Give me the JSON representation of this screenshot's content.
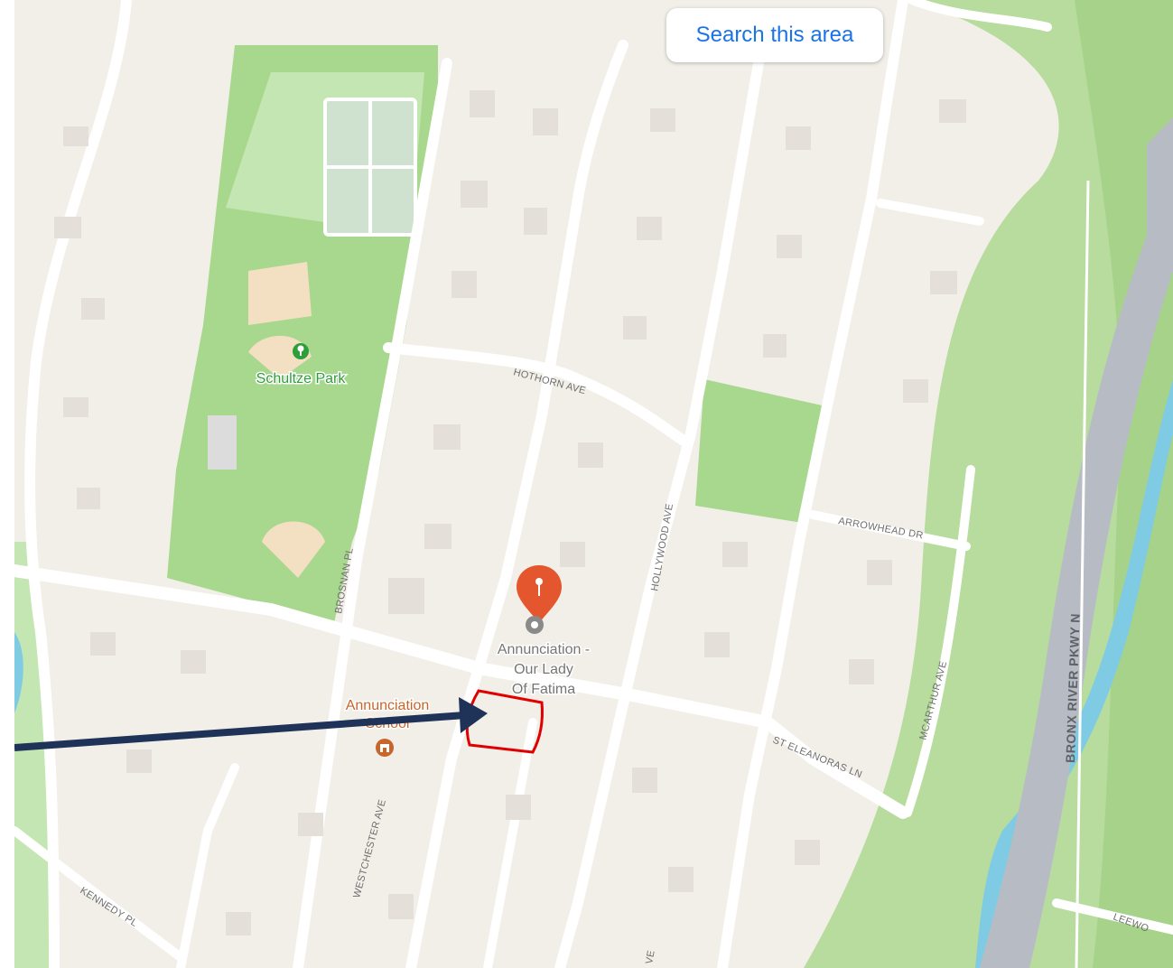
{
  "search_button": {
    "label": "Search this area"
  },
  "streets": {
    "hothorn": "HOTHORN AVE",
    "hollywood": "HOLLYWOOD AVE",
    "arrowhead": "ARROWHEAD DR",
    "brosnan": "BROSNAN PL",
    "mcarthur": "MCARTHUR AVE",
    "st_eleanoras": "ST ELEANORAS LN",
    "westchester": "WESTCHESTER AVE",
    "kennedy": "KENNEDY PL",
    "bronx_river": "BRONX RIVER PKWY N",
    "leewood": "LEEWO",
    "ave_bottom": "VE"
  },
  "places": {
    "park": "Schultze Park",
    "church_line1": "Annunciation -",
    "church_line2": "Our Lady",
    "church_line3": "Of Fatima",
    "school_line1": "Annunciation",
    "school_line2": "School"
  },
  "icons": {
    "park": "tree-pin-icon",
    "church": "place-dot-icon",
    "school": "school-icon",
    "marker": "map-marker-icon"
  },
  "colors": {
    "land": "#f2efe9",
    "park_green": "#a8d88e",
    "park_light": "#c4e6b2",
    "water": "#7fcbe3",
    "parkway": "#b7bcc4",
    "marker": "#e4572e",
    "annotation_arrow": "#1f3358",
    "highlight_box": "#e00000",
    "link_blue": "#1a73e8"
  }
}
